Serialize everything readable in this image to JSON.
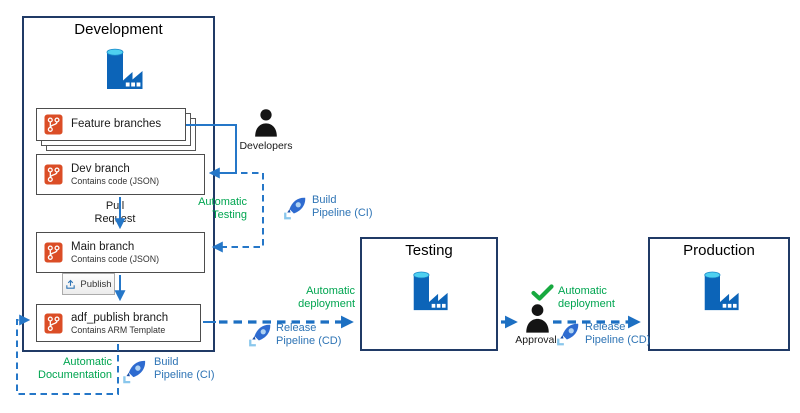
{
  "colors": {
    "env_border": "#203A66",
    "box_border": "#4D4D4D",
    "connector_blue": "#2577C8",
    "thick_blue": "#1C6FC2",
    "green": "#00A550",
    "pipeline_blue": "#2E74B5",
    "git_orange": "#DB4D26",
    "factory_blue": "#0C64B8",
    "factory_top": "#4ED0F0",
    "person_black": "#141414",
    "check_green": "#17A93F"
  },
  "development": {
    "title": "Development",
    "feature_branches_label": "Feature branches",
    "dev_branch": {
      "title": "Dev branch",
      "subtitle": "Contains code (JSON)"
    },
    "pull_request": {
      "line1": "Pull",
      "line2": "Request"
    },
    "main_branch": {
      "title": "Main branch",
      "subtitle": "Contains code (JSON)"
    },
    "publish_button_label": "Publish",
    "adf_publish_branch": {
      "title": "adf_publish branch",
      "subtitle": "Contains ARM Template"
    }
  },
  "developers": {
    "label": "Developers"
  },
  "automatic_testing": {
    "line1": "Automatic",
    "line2": "Testing"
  },
  "build_pipeline_ci_top": {
    "line1": "Build",
    "line2": "Pipeline (CI)"
  },
  "testing": {
    "title": "Testing"
  },
  "production": {
    "title": "Production"
  },
  "deploy_to_testing": {
    "automatic": {
      "line1": "Automatic",
      "line2": "deployment"
    },
    "release": {
      "line1": "Release",
      "line2": "Pipeline (CD)"
    }
  },
  "deploy_to_production": {
    "approval_label": "Approval",
    "automatic": {
      "line1": "Automatic",
      "line2": "deployment"
    },
    "release": {
      "line1": "Release",
      "line2": "Pipeline (CD)"
    }
  },
  "automatic_documentation": {
    "line1": "Automatic",
    "line2": "Documentation"
  },
  "build_pipeline_ci_bottom": {
    "line1": "Build",
    "line2": "Pipeline (CI)"
  },
  "icons": {
    "factory": "data-factory-icon",
    "git_branch": "git-branch-icon",
    "rocket": "pipeline-rocket-icon",
    "person": "person-icon",
    "check": "check-icon",
    "upload": "publish-upload-icon"
  }
}
